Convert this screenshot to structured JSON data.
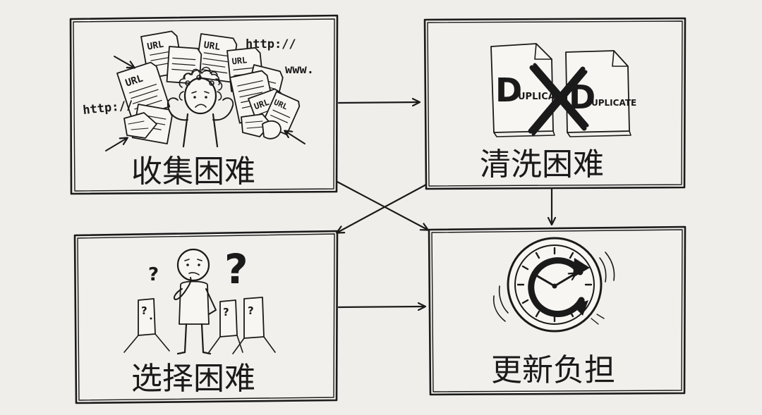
{
  "panels": {
    "collect": {
      "label": "收集困难",
      "url_tag": "URL",
      "http1": "http://",
      "http2": "http://",
      "www": "www."
    },
    "clean": {
      "label": "清洗困难",
      "doc_letter": "D",
      "doc_text_left": "UPLICATE",
      "doc_text_right": "UPLICATE"
    },
    "choose": {
      "label": "选择困难",
      "question_mark": "?"
    },
    "update": {
      "label": "更新负担"
    }
  },
  "colors": {
    "ink": "#1a1a1a",
    "background": "#efeeea",
    "panel": "#f1f0ec"
  }
}
